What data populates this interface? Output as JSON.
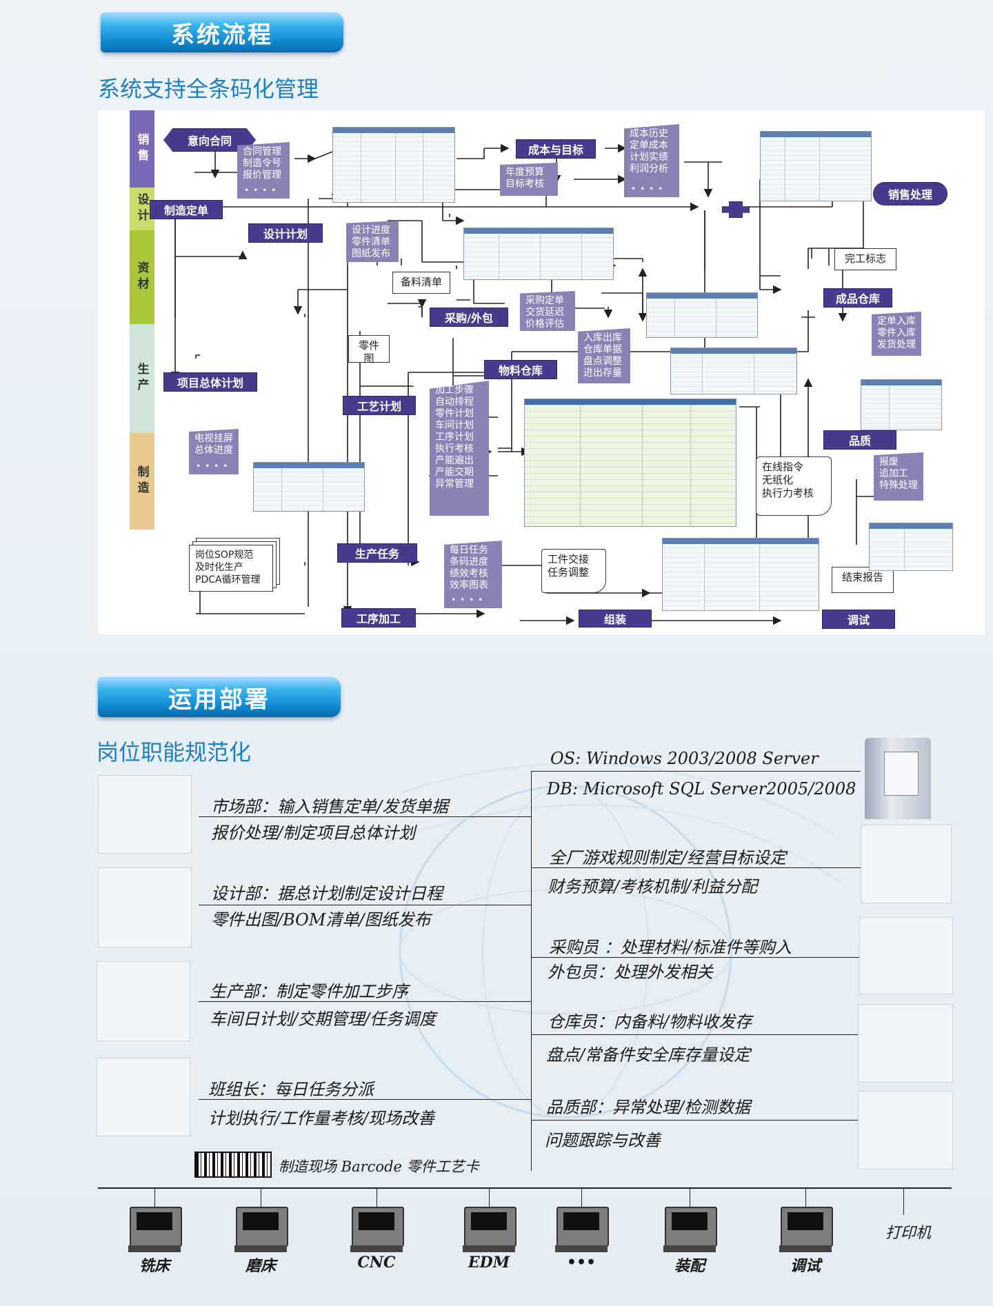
{
  "sections": {
    "flow_title": "系统流程",
    "flow_subtitle": "系统支持全条码化管理",
    "deploy_title": "运用部署",
    "deploy_subtitle": "岗位职能规范化"
  },
  "lanes": [
    "销售",
    "设计",
    "资材",
    "生产",
    "制造"
  ],
  "nodes": {
    "intent_contract": "意向合同",
    "mfg_order": "制造定单",
    "design_plan": "设计计划",
    "project_plan": "项目总体计划",
    "cost_target": "成本与目标",
    "sales_process": "销售处理",
    "finished_store": "成品仓库",
    "purchase": "采购/外包",
    "material_store": "物料仓库",
    "process_plan": "工艺计划",
    "quality": "品质",
    "prod_task": "生产任务",
    "operation": "工序加工",
    "assembly": "组装",
    "debug": "调试"
  },
  "cards": {
    "contract_mgmt": "合同管理\n制造令号\n报价管理",
    "budget": "年度预算\n目标考核",
    "cost_history": "成本历史\n定单成本\n计划实绩\n利润分析",
    "design_progress": "设计进度\n零件清单\n图纸发布",
    "purchase_order": "采购定单\n交货延迟\n价格评估",
    "stock_ops": "入库出库\n仓库单据\n盘点调整\n进出存量",
    "order_in": "定单入库\n零件入库\n发货处理",
    "tv_screen": "电视挂屏\n总体进度",
    "process_steps": "加工步骤\n自动排程\n零件计划\n车间计划\n工序计划\n执行考核\n产能遍出\n产能交期\n异常管理",
    "daily_task": "每日任务\n条码进度\n绩效考核\n效率图表",
    "scrap": "报废\n追加工\n特殊处理"
  },
  "docs": {
    "completion": "完工标志",
    "bom": "备料清单",
    "parts_drawing": "零件图",
    "online_cmd": "在线指令\n无纸化\n执行力考核",
    "sop": "岗位SOP规范\n及时化生产\nPDCA循环管理",
    "handover": "工件交接\n任务调整",
    "final_report": "结束报告"
  },
  "server": {
    "os": "OS: Windows 2003/2008 Server",
    "db": "DB: Microsoft SQL Server2005/2008"
  },
  "roles_left": [
    {
      "line1": "市场部：输入销售定单/发货单据",
      "line2": "报价处理/制定项目总体计划"
    },
    {
      "line1": "设计部：据总计划制定设计日程",
      "line2": "零件出图/BOM清单/图纸发布"
    },
    {
      "line1": "生产部：制定零件加工步序",
      "line2": "车间日计划/交期管理/任务调度"
    },
    {
      "line1": "班组长：每日任务分派",
      "line2": "计划执行/工作量考核/现场改善"
    }
  ],
  "roles_right": [
    {
      "line1": "全厂游戏规则制定/经营目标设定",
      "line2": "财务预算/考核机制/利益分配"
    },
    {
      "line1": "采购员 ：处理材料/标准件等购入",
      "line2": "外包员：处理外发相关"
    },
    {
      "line1": "仓库员：内备料/物料收发存",
      "line2": "盘点/常备件安全库存量设定"
    },
    {
      "line1": "品质部：异常处理/检测数据",
      "line2": "问题跟踪与改善"
    }
  ],
  "barcode_caption": "制造现场   Barcode 零件工艺卡",
  "terminals": [
    "铣床",
    "磨床",
    "CNC",
    "EDM",
    "•••",
    "装配",
    "调试"
  ],
  "printer": "打印机",
  "colors": {
    "lane_sales": "#7a68b8",
    "lane_design": "#a9c63a",
    "lane_material": "#a9c63a",
    "lane_production": "#cfe3d9",
    "lane_manufacture": "#e7c88e",
    "node": "#4a3a8e",
    "card": "#8a82b5",
    "banner": "#1a94dd"
  }
}
